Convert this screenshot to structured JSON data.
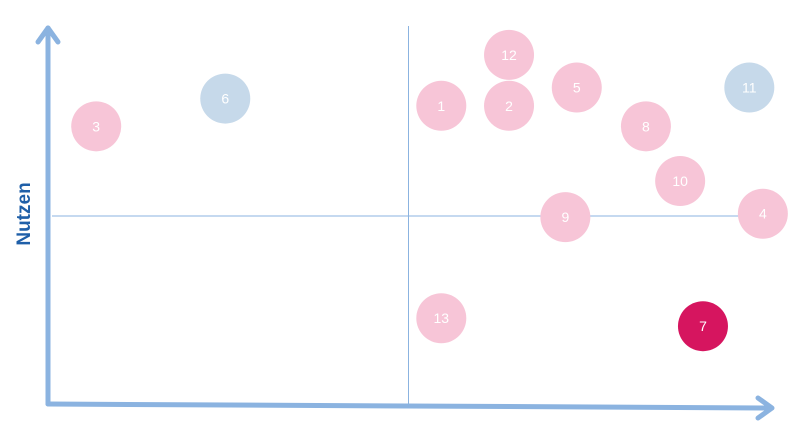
{
  "chart_data": {
    "type": "scatter",
    "title": "",
    "xlabel": "",
    "ylabel": "Nutzen",
    "xlim": [
      0,
      100
    ],
    "ylim": [
      0,
      100
    ],
    "grid": false,
    "legend": "none",
    "quadrant_lines": {
      "x": 50,
      "y": 50
    },
    "colors": {
      "axis": "#8bb3e0",
      "quadrant_line": "#8bb3e0",
      "pink": "#f7c5d7",
      "blue": "#c6d9ea",
      "magenta": "#d6155f",
      "ylabel": "#1f5fa8"
    },
    "points": [
      {
        "label": "1",
        "x": 54.6,
        "y": 79.0,
        "color": "pink"
      },
      {
        "label": "2",
        "x": 64.1,
        "y": 79.0,
        "color": "pink"
      },
      {
        "label": "3",
        "x": 6.2,
        "y": 73.6,
        "color": "pink"
      },
      {
        "label": "4",
        "x": 99.7,
        "y": 50.6,
        "color": "pink"
      },
      {
        "label": "5",
        "x": 73.6,
        "y": 83.8,
        "color": "pink"
      },
      {
        "label": "6",
        "x": 24.3,
        "y": 80.9,
        "color": "blue"
      },
      {
        "label": "7",
        "x": 91.3,
        "y": 21.0,
        "color": "magenta"
      },
      {
        "label": "8",
        "x": 83.3,
        "y": 73.6,
        "color": "pink"
      },
      {
        "label": "9",
        "x": 72.0,
        "y": 49.7,
        "color": "pink"
      },
      {
        "label": "10",
        "x": 88.1,
        "y": 59.2,
        "color": "pink"
      },
      {
        "label": "11",
        "x": 97.8,
        "y": 83.8,
        "color": "blue"
      },
      {
        "label": "12",
        "x": 64.1,
        "y": 92.4,
        "color": "pink"
      },
      {
        "label": "13",
        "x": 54.6,
        "y": 23.1,
        "color": "pink"
      }
    ]
  }
}
